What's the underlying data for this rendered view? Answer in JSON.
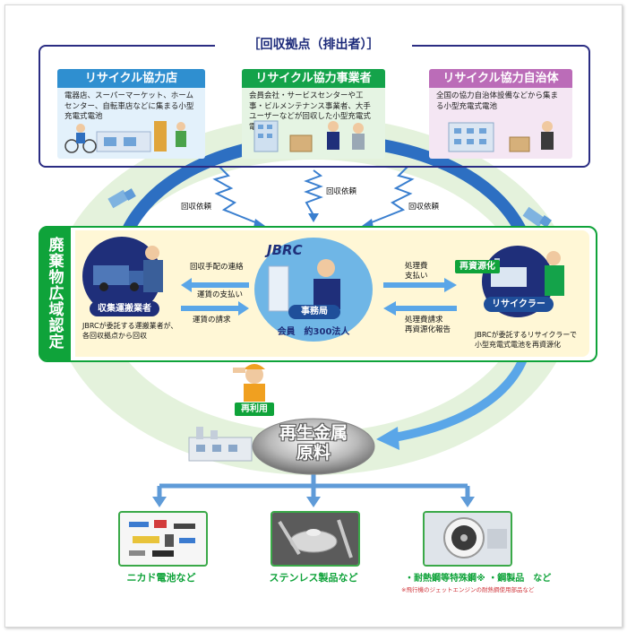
{
  "header": {
    "title": "［回収拠点（排出者）］"
  },
  "cards": [
    {
      "title": "リサイクル協力店",
      "text": "電器店、スーパーマーケット、ホームセンター、自転車店などに集まる小型充電式電池",
      "color": "#2f8fd0",
      "bg": "#e3f1fb"
    },
    {
      "title": "リサイクル協力事業者",
      "text": "会員会社・サービスセンターや工事・ビルメンテナンス事業者、大手ユーザーなどが回収した小型充電式電池",
      "color": "#14a34a",
      "bg": "#e5f4e3"
    },
    {
      "title": "リサイクル協力自治体",
      "text": "全国の協力自治体設備などから集まる小型充電式電池",
      "color": "#bb6cb8",
      "bg": "#f4e6f3"
    }
  ],
  "flow": {
    "request_label": "回収依頼",
    "side_label": "廃棄物広域認定",
    "collector_badge": "収集運搬業者",
    "collector_desc": "JBRCが委託する運搬業者が、各回収拠点から回収",
    "office_logo": "JBRC",
    "office_badge": "事務局",
    "office_members": "会員　約300法人",
    "left_top_1": "回収手配の連絡",
    "left_top_2": "運賃の支払い",
    "left_bottom": "運賃の請求",
    "right_top_1": "処理費",
    "right_top_2": "支払い",
    "right_bottom_1": "処理費請求",
    "right_bottom_2": "再資源化報告",
    "recycle_tag": "再資源化",
    "recycler_badge": "リサイクラー",
    "recycler_desc": "JBRCが委託するリサイクラーで小型充電式電池を再資源化"
  },
  "metal": {
    "reuse_tag": "再利用",
    "title_1": "再生金属",
    "title_2": "原料"
  },
  "products": [
    {
      "label": "ニカド電池など"
    },
    {
      "label": "ステンレス製品など"
    },
    {
      "label": "・耐熱鋼等特殊鋼※ ・鋼製品　など",
      "note": "※飛行機のジェットエンジンの耐熱鋼使用部品など"
    }
  ],
  "colors": {
    "navy": "#2b2d83",
    "green": "#0fa33a",
    "blue_arrow": "#2d6fc2",
    "light_arrow": "#5aa6e8"
  }
}
